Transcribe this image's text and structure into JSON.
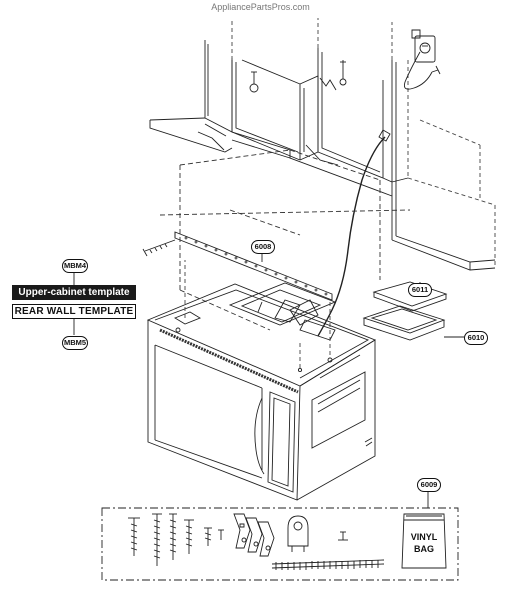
{
  "watermark": "AppliancePartsPros.com",
  "labels": {
    "mbm4": "MBM4",
    "mbm5": "MBM5",
    "upper_template": "Upper-cabinet template",
    "rear_wall_template": "REAR WALL TEMPLATE",
    "p6008": "6008",
    "p6011": "6011",
    "p6010": "6010",
    "p6009": "6009",
    "vinyl": "VINYL",
    "bag": "BAG"
  }
}
